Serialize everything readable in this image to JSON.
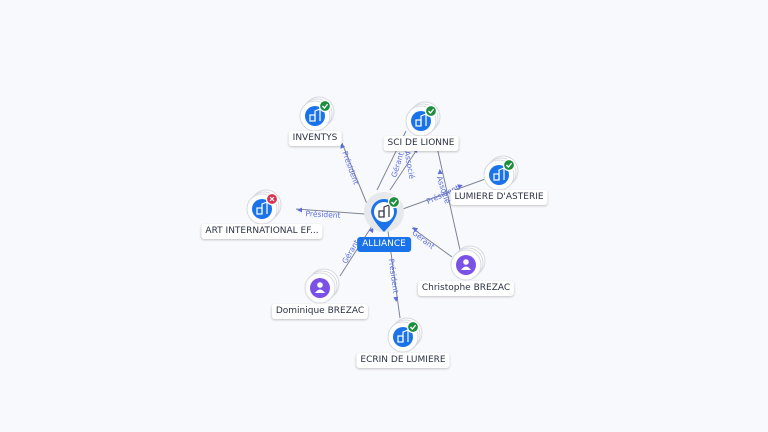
{
  "center": {
    "label": "ALLIANCE",
    "icon": "building-icon",
    "status": "active"
  },
  "nodes": [
    {
      "id": "inventys",
      "label": "INVENTYS",
      "type": "company",
      "icon": "building-icon",
      "status": "active"
    },
    {
      "id": "sci_lionne",
      "label": "SCI DE LIONNE",
      "type": "company",
      "icon": "building-icon",
      "status": "active"
    },
    {
      "id": "lumiere_asterie",
      "label": "LUMIERE D'ASTERIE",
      "type": "company",
      "icon": "building-icon",
      "status": "active"
    },
    {
      "id": "art_international",
      "label": "ART INTERNATIONAL EF...",
      "type": "company",
      "icon": "building-icon",
      "status": "closed"
    },
    {
      "id": "christophe",
      "label": "Christophe BREZAC",
      "type": "person",
      "icon": "person-icon"
    },
    {
      "id": "dominique",
      "label": "Dominique BREZAC",
      "type": "person",
      "icon": "person-icon"
    },
    {
      "id": "ecrin",
      "label": "ECRIN DE LUMIERE",
      "type": "company",
      "icon": "building-icon",
      "status": "active"
    }
  ],
  "edges": [
    {
      "from": "center",
      "to": "inventys",
      "label": "Président"
    },
    {
      "from": "center",
      "to": "sci_lionne",
      "label": "Gérant"
    },
    {
      "from": "center",
      "to": "sci_lionne",
      "label": "Associé"
    },
    {
      "from": "center",
      "to": "lumiere_asterie",
      "label": "Président"
    },
    {
      "from": "center",
      "to": "art_international",
      "label": "Président"
    },
    {
      "from": "christophe",
      "to": "center",
      "label": "Gérant"
    },
    {
      "from": "christophe",
      "to": "sci_lionne",
      "label": "Associé"
    },
    {
      "from": "dominique",
      "to": "center",
      "label": "Gérant"
    },
    {
      "from": "center",
      "to": "ecrin",
      "label": "Président"
    }
  ],
  "colors": {
    "company": "#1a73e8",
    "person": "#7b52e6",
    "active": "#1e8e3e",
    "closed": "#d93151",
    "edge_label": "#5b6ee0"
  }
}
